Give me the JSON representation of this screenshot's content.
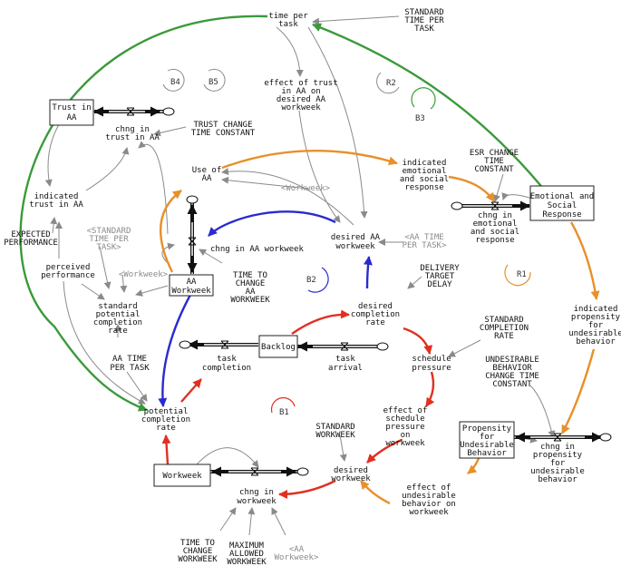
{
  "stocks": {
    "trust_in_aa": [
      "Trust in",
      "AA"
    ],
    "aa_workweek": [
      "AA",
      "Workweek"
    ],
    "backlog": [
      "Backlog"
    ],
    "workweek": [
      "Workweek"
    ],
    "emotional_response": [
      "Emotional and",
      "Social",
      "Response"
    ],
    "propensity": [
      "Propensity",
      "for",
      "Undesirable",
      "Behavior"
    ]
  },
  "flows": {
    "chng_trust": [
      "chng in",
      "trust in AA"
    ],
    "chng_aa_workweek": [
      "chng in AA workweek"
    ],
    "task_completion": [
      "task",
      "completion"
    ],
    "task_arrival": [
      "task",
      "arrival"
    ],
    "chng_workweek": [
      "chng in",
      "workweek"
    ],
    "chng_emotional": [
      "chng in",
      "emotional",
      "and social",
      "response"
    ],
    "chng_propensity": [
      "chng in",
      "propensity",
      "for",
      "undesirable",
      "behavior"
    ]
  },
  "variables": {
    "time_per_task": [
      "time per",
      "task"
    ],
    "standard_time_per_task": [
      "STANDARD",
      "TIME PER",
      "TASK"
    ],
    "effect_of_trust": [
      "effect of trust",
      "in AA on",
      "desired AA",
      "workweek"
    ],
    "trust_change_time_constant": [
      "TRUST CHANGE",
      "TIME CONSTANT"
    ],
    "indicated_trust": [
      "indicated",
      "trust in AA"
    ],
    "expected_performance": [
      "EXPECTED",
      "PERFORMANCE"
    ],
    "perceived_performance": [
      "perceived",
      "performance"
    ],
    "standard_time_per_task_shadow": [
      "<STANDARD",
      "TIME PER",
      "TASK>"
    ],
    "workweek_shadow_1": [
      "<Workweek>"
    ],
    "workweek_shadow_2": [
      "<Workweek>"
    ],
    "standard_potential_completion_rate": [
      "standard",
      "potential",
      "completion",
      "rate"
    ],
    "use_of_aa": [
      "Use of",
      "AA"
    ],
    "time_to_change_aa_workweek": [
      "TIME TO",
      "CHANGE",
      "AA",
      "WORKWEEK"
    ],
    "desired_aa_workweek": [
      "desired AA",
      "workweek"
    ],
    "aa_time_per_task_shadow": [
      "<AA TIME",
      "PER TASK>"
    ],
    "indicated_emotional": [
      "indicated",
      "emotional",
      "and social",
      "response"
    ],
    "esr_change_time_constant": [
      "ESR CHANGE",
      "TIME",
      "CONSTANT"
    ],
    "delivery_target_delay": [
      "DELIVERY",
      "TARGET",
      "DELAY"
    ],
    "desired_completion_rate": [
      "desired",
      "completion",
      "rate"
    ],
    "standard_completion_rate": [
      "STANDARD",
      "COMPLETION",
      "RATE"
    ],
    "schedule_pressure": [
      "schedule",
      "pressure"
    ],
    "aa_time_per_task": [
      "AA TIME",
      "PER TASK"
    ],
    "potential_completion_rate": [
      "potential",
      "completion",
      "rate"
    ],
    "indicated_propensity": [
      "indicated",
      "propensity",
      "for",
      "undesirable",
      "behavior"
    ],
    "undesirable_behavior_constant": [
      "UNDESIRABLE",
      "BEHAVIOR",
      "CHANGE TIME",
      "CONSTANT"
    ],
    "effect_of_schedule_pressure": [
      "effect of",
      "schedule",
      "pressure",
      "on",
      "workweek"
    ],
    "standard_workweek": [
      "STANDARD",
      "WORKWEEK"
    ],
    "desired_workweek": [
      "desired",
      "workweek"
    ],
    "effect_of_undesirable": [
      "effect of",
      "undesirable",
      "behavior on",
      "workweek"
    ],
    "time_to_change_workweek": [
      "TIME TO",
      "CHANGE",
      "WORKWEEK"
    ],
    "maximum_allowed_workweek": [
      "MAXIMUM",
      "ALLOWED",
      "WORKWEEK"
    ],
    "aa_workweek_shadow": [
      "<AA",
      "Workweek>"
    ]
  },
  "loops": {
    "b4": "B4",
    "b5": "B5",
    "r2": "R2",
    "b3": "B3",
    "b2": "B2",
    "r1": "R1",
    "b1": "B1"
  },
  "colors": {
    "green": "#3a9a3a",
    "orange": "#e8902a",
    "red": "#e03020",
    "blue": "#2a2ad0",
    "gray": "#8a8a8a"
  }
}
